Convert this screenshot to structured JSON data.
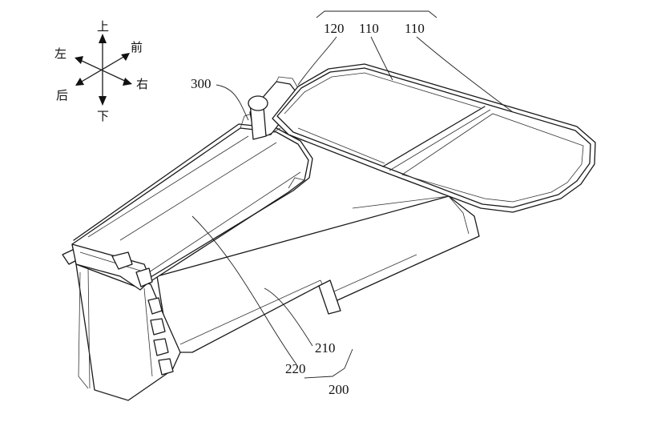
{
  "directions": {
    "up": "上",
    "down": "下",
    "left": "左",
    "right": "右",
    "front": "前",
    "back": "后"
  },
  "labels": {
    "tray_group_a": "120",
    "tray_panel_a": "110",
    "tray_panel_b": "110",
    "hinge": "300",
    "base_lower": "210",
    "base_upper": "220",
    "base_assembly": "200"
  }
}
